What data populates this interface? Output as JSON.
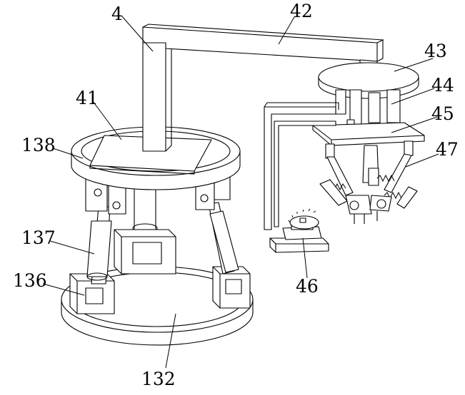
{
  "labels": {
    "frame": "4",
    "frame_beam": "42",
    "upper_disc": "43",
    "actuators": "44",
    "tool_plate": "45",
    "feeder": "46",
    "gripper_arms": "47",
    "top_plate": "41",
    "platform_ring": "138",
    "leg_actuator": "137",
    "hinge_base": "136",
    "base_disc": "132"
  }
}
